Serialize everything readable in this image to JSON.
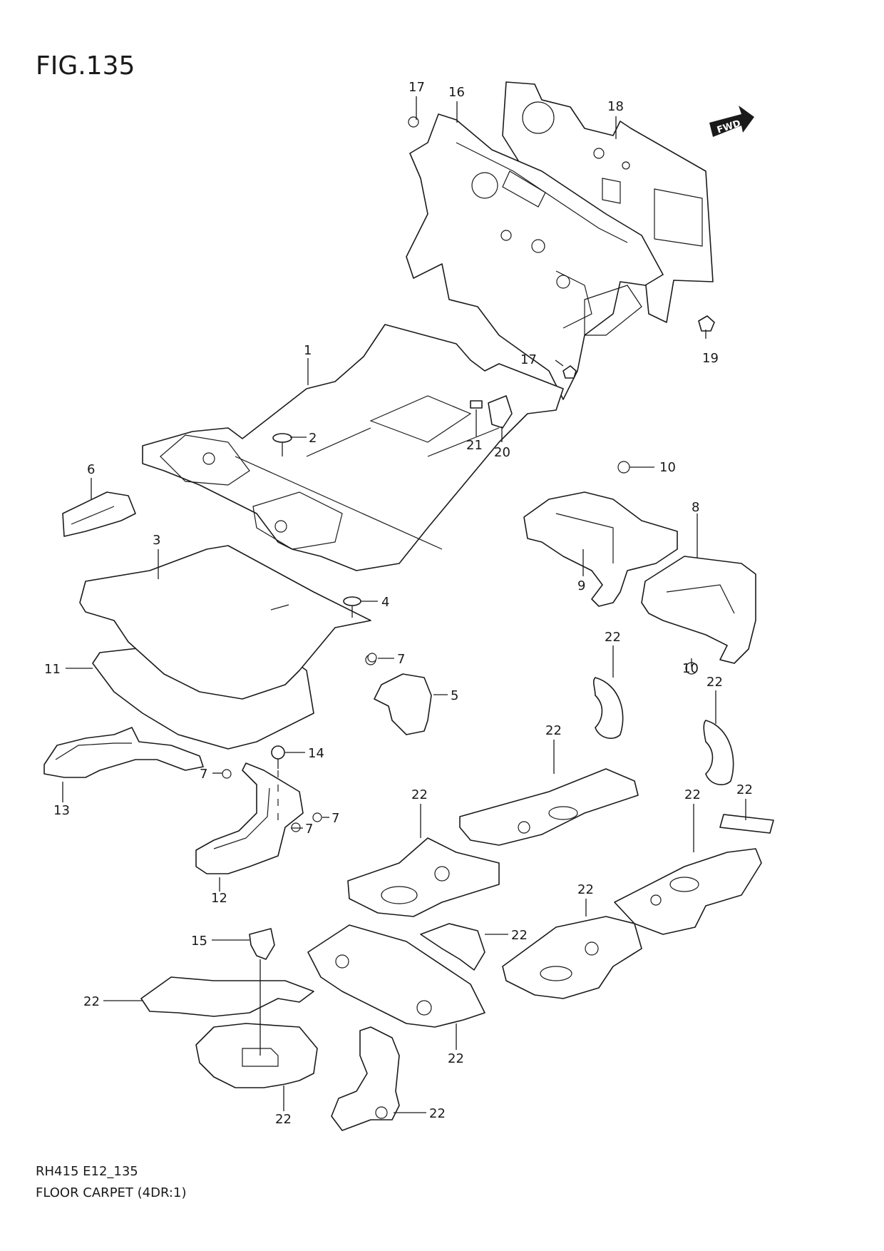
{
  "figure": {
    "title": "FIG.135",
    "code": "RH415 E12_135",
    "caption": "FLOOR CARPET (4DR:1)",
    "fwd": "FWD"
  },
  "callouts": [
    {
      "id": "c17a",
      "num": "17"
    },
    {
      "id": "c16",
      "num": "16"
    },
    {
      "id": "c18",
      "num": "18"
    },
    {
      "id": "c19",
      "num": "19"
    },
    {
      "id": "c1",
      "num": "1"
    },
    {
      "id": "c2",
      "num": "2"
    },
    {
      "id": "c17b",
      "num": "17"
    },
    {
      "id": "c21",
      "num": "21"
    },
    {
      "id": "c20",
      "num": "20"
    },
    {
      "id": "c6",
      "num": "6"
    },
    {
      "id": "c10a",
      "num": "10"
    },
    {
      "id": "c8",
      "num": "8"
    },
    {
      "id": "c9",
      "num": "9"
    },
    {
      "id": "c3",
      "num": "3"
    },
    {
      "id": "c4",
      "num": "4"
    },
    {
      "id": "c10b",
      "num": "10"
    },
    {
      "id": "c11",
      "num": "11"
    },
    {
      "id": "c7a",
      "num": "7"
    },
    {
      "id": "c5",
      "num": "5"
    },
    {
      "id": "c22a",
      "num": "22"
    },
    {
      "id": "c22b",
      "num": "22"
    },
    {
      "id": "c14",
      "num": "14"
    },
    {
      "id": "c7b",
      "num": "7"
    },
    {
      "id": "c13",
      "num": "13"
    },
    {
      "id": "c22c",
      "num": "22"
    },
    {
      "id": "c22d",
      "num": "22"
    },
    {
      "id": "c22e",
      "num": "22"
    },
    {
      "id": "c22f",
      "num": "22"
    },
    {
      "id": "c7c",
      "num": "7"
    },
    {
      "id": "c7d",
      "num": "7"
    },
    {
      "id": "c12",
      "num": "12"
    },
    {
      "id": "c22g",
      "num": "22"
    },
    {
      "id": "c22h",
      "num": "22"
    },
    {
      "id": "c15",
      "num": "15"
    },
    {
      "id": "c22i",
      "num": "22"
    },
    {
      "id": "c22j",
      "num": "22"
    },
    {
      "id": "c22k",
      "num": "22"
    },
    {
      "id": "c22l",
      "num": "22"
    }
  ]
}
